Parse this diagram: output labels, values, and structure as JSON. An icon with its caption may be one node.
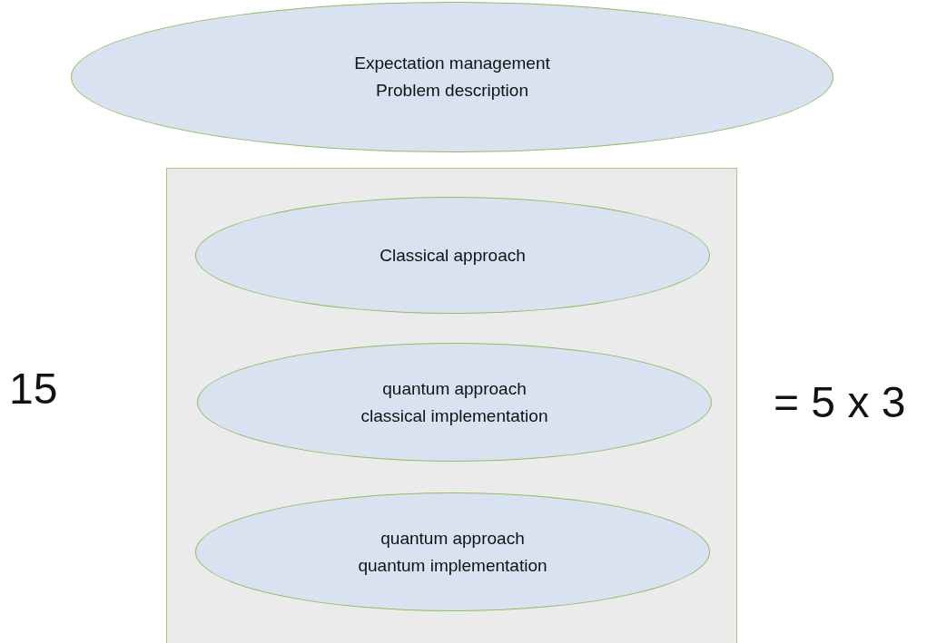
{
  "diagram": {
    "nodes": [
      {
        "text": [
          "Expectation management",
          "Problem description"
        ]
      },
      {
        "text": [],
        "shape": "box"
      },
      {
        "text": [
          "Classical approach"
        ],
        "in": 1
      },
      {
        "text": [
          "quantum approach",
          "classical implementation"
        ],
        "in": 1
      },
      {
        "text": [
          "quantum approach",
          "quantum implementation"
        ],
        "in": 1
      }
    ],
    "labels": [
      "15",
      "= 5 x 3"
    ]
  }
}
